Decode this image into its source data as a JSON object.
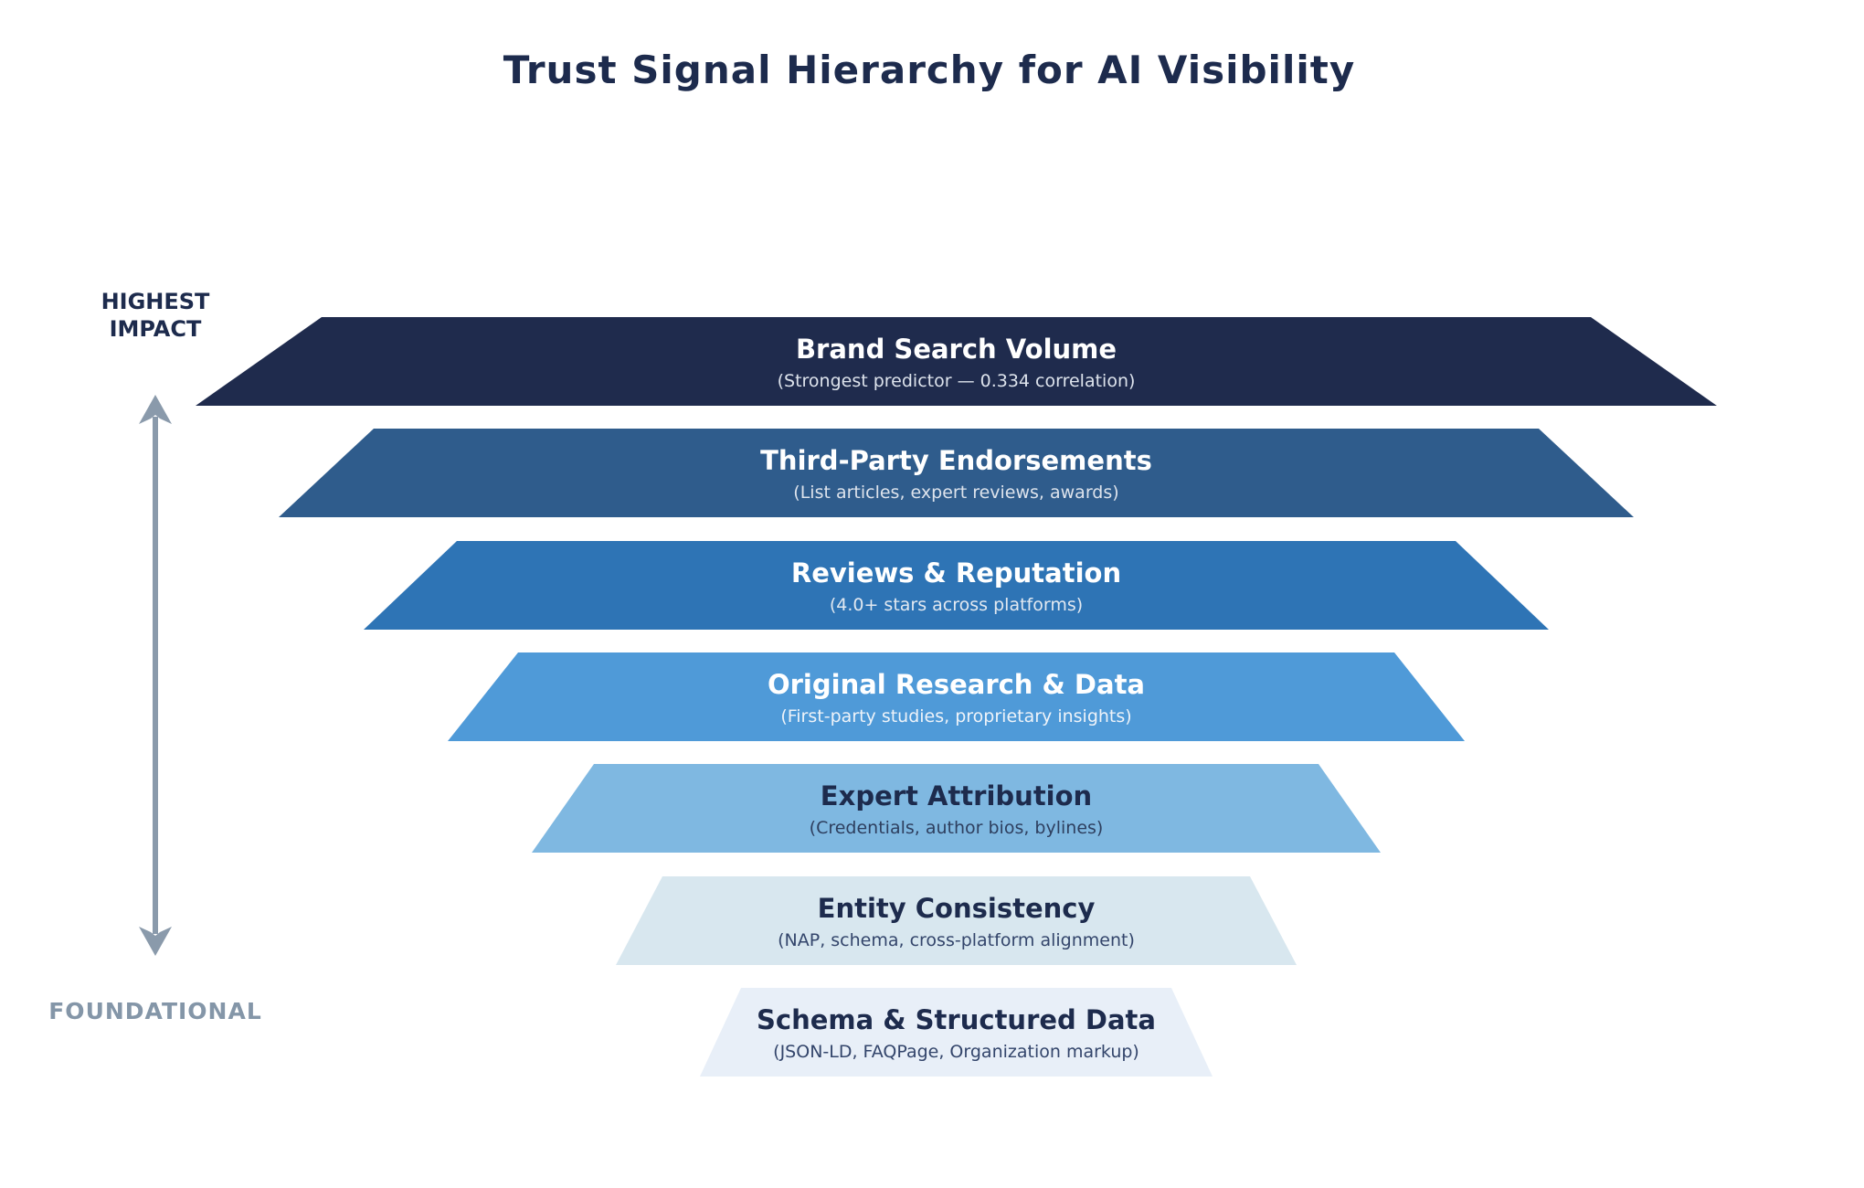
{
  "page": {
    "title": "Trust Signal Hierarchy for AI Visibility"
  },
  "axis": {
    "top_label": "HIGHEST\nIMPACT",
    "bottom_label": "FOUNDATIONAL",
    "arrow_color": "#8a9aab",
    "top_label_color": "#1d2b4d",
    "bottom_label_color": "#8496a8"
  },
  "funnel": {
    "layers": [
      {
        "title": "Brand Search Volume",
        "subtitle": "(Strongest predictor — 0.334 correlation)",
        "fill": "#1f2b4d",
        "title_color": "#ffffff",
        "subtitle_color": "#dde3ec"
      },
      {
        "title": "Third-Party Endorsements",
        "subtitle": "(List articles, expert reviews, awards)",
        "fill": "#2f5c8c",
        "title_color": "#ffffff",
        "subtitle_color": "#dde3ec"
      },
      {
        "title": "Reviews & Reputation",
        "subtitle": "(4.0+ stars across platforms)",
        "fill": "#2e74b5",
        "title_color": "#ffffff",
        "subtitle_color": "#e2e9f1"
      },
      {
        "title": "Original Research & Data",
        "subtitle": "(First-party studies, proprietary insights)",
        "fill": "#4f9ad8",
        "title_color": "#ffffff",
        "subtitle_color": "#eef3f9"
      },
      {
        "title": "Expert Attribution",
        "subtitle": "(Credentials, author bios, bylines)",
        "fill": "#7fb8e1",
        "title_color": "#1d2b4d",
        "subtitle_color": "#2e3f5f"
      },
      {
        "title": "Entity Consistency",
        "subtitle": "(NAP, schema, cross-platform alignment)",
        "fill": "#d8e7ef",
        "title_color": "#1d2b4d",
        "subtitle_color": "#33456b"
      },
      {
        "title": "Schema & Structured Data",
        "subtitle": "(JSON-LD, FAQPage, Organization markup)",
        "fill": "#e8eff8",
        "title_color": "#1d2b4d",
        "subtitle_color": "#33456b"
      }
    ]
  }
}
